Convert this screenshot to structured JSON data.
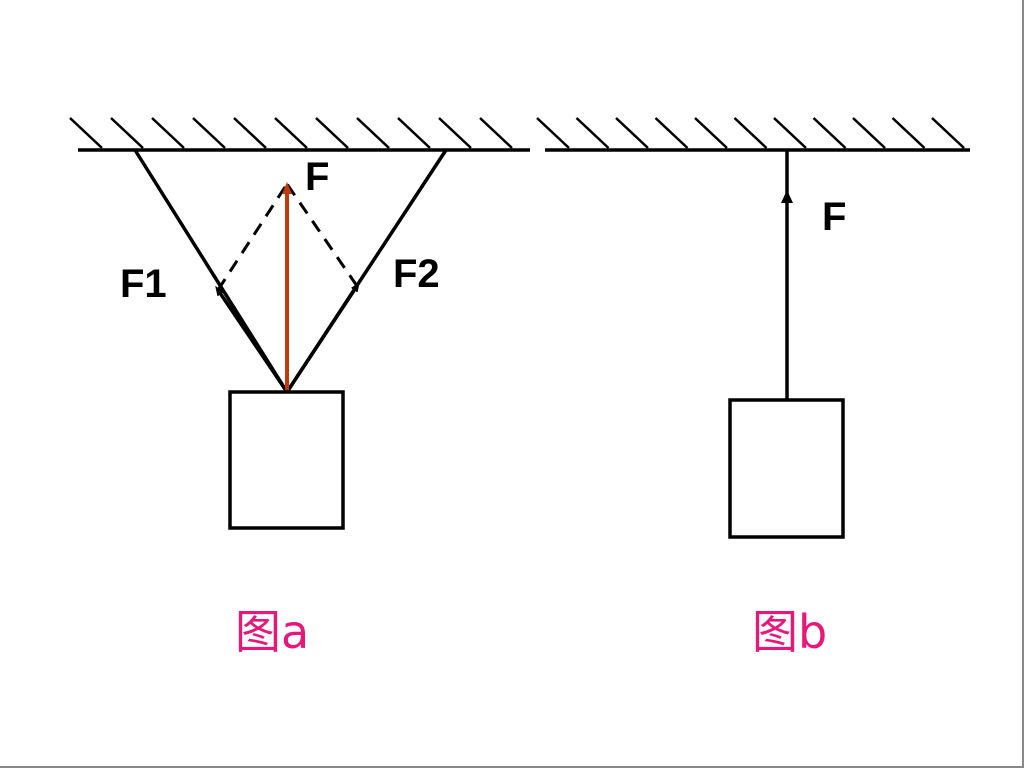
{
  "figure_a": {
    "labels": {
      "resultant": "F",
      "component_left": "F1",
      "component_right": "F2"
    },
    "caption": "图a",
    "colors": {
      "resultant_arrow": "#c0390b",
      "caption": "#e8177a"
    }
  },
  "figure_b": {
    "labels": {
      "force": "F"
    },
    "caption": "图b",
    "colors": {
      "caption": "#e8177a"
    }
  }
}
